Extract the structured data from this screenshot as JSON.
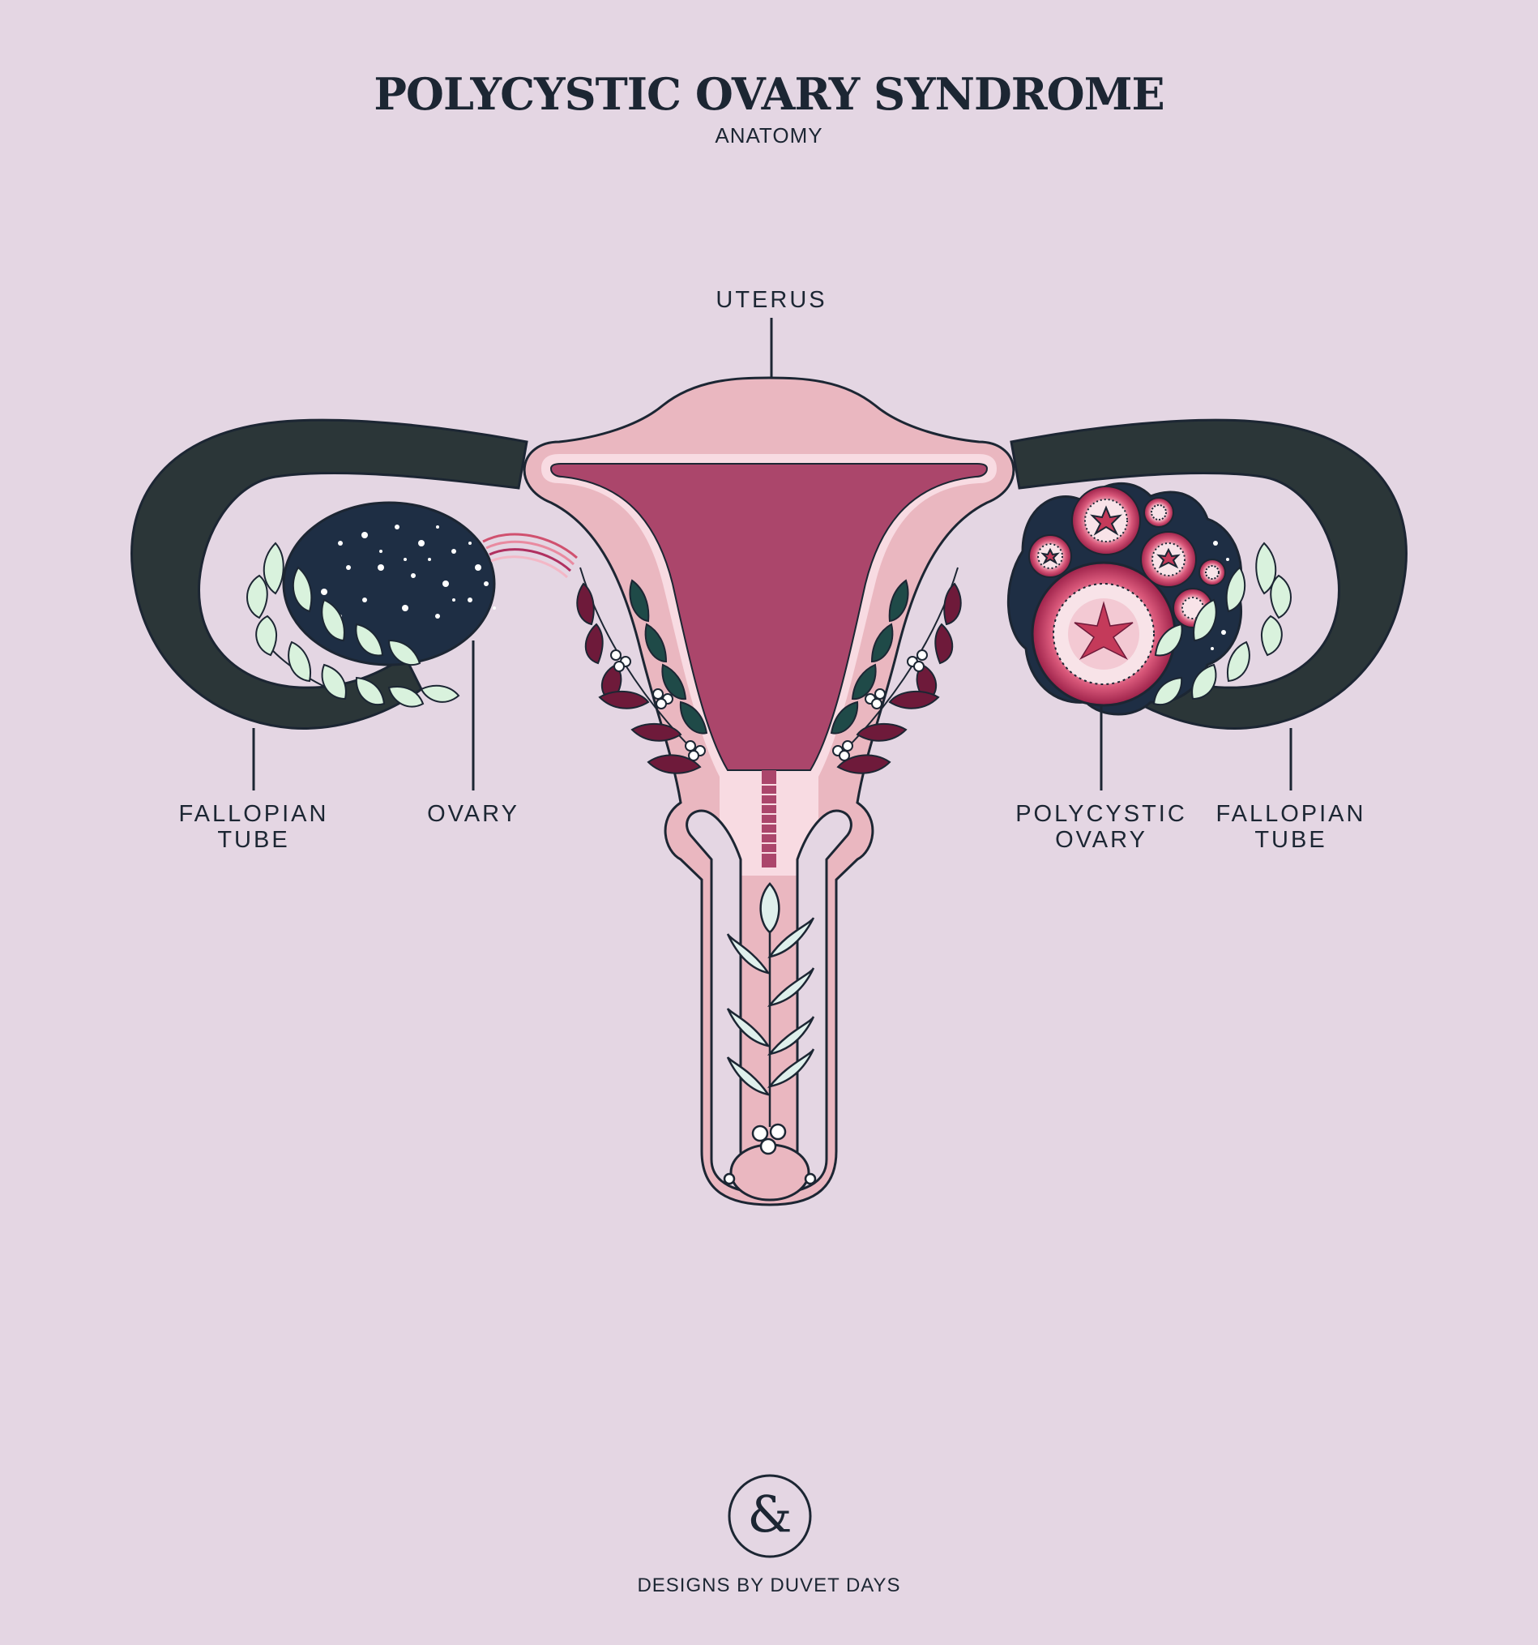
{
  "title": "POLYCYSTIC OVARY SYNDROME",
  "subtitle": "ANATOMY",
  "labels": {
    "uterus": "UTERUS",
    "fallopian_tube_left_1": "FALLOPIAN",
    "fallopian_tube_left_2": "TUBE",
    "ovary": "OVARY",
    "polycystic_ovary_1": "POLYCYSTIC",
    "polycystic_ovary_2": "OVARY",
    "fallopian_tube_right_1": "FALLOPIAN",
    "fallopian_tube_right_2": "TUBE"
  },
  "logo": {
    "glyph": "&"
  },
  "credit": "DESIGNS BY DUVET DAYS",
  "colors": {
    "background": "#e4d6e3",
    "ink": "#1c2633",
    "tube": "#2b3638",
    "uterus_outer": "#eab7c0",
    "uterus_cavity": "#ab466b",
    "ovary": "#1e2e44",
    "leaf_light": "#d9f2dd",
    "leaf_dark_red": "#6e1a3a",
    "leaf_dark_green": "#1f4a48",
    "cyst_red": "#c43a5a"
  }
}
